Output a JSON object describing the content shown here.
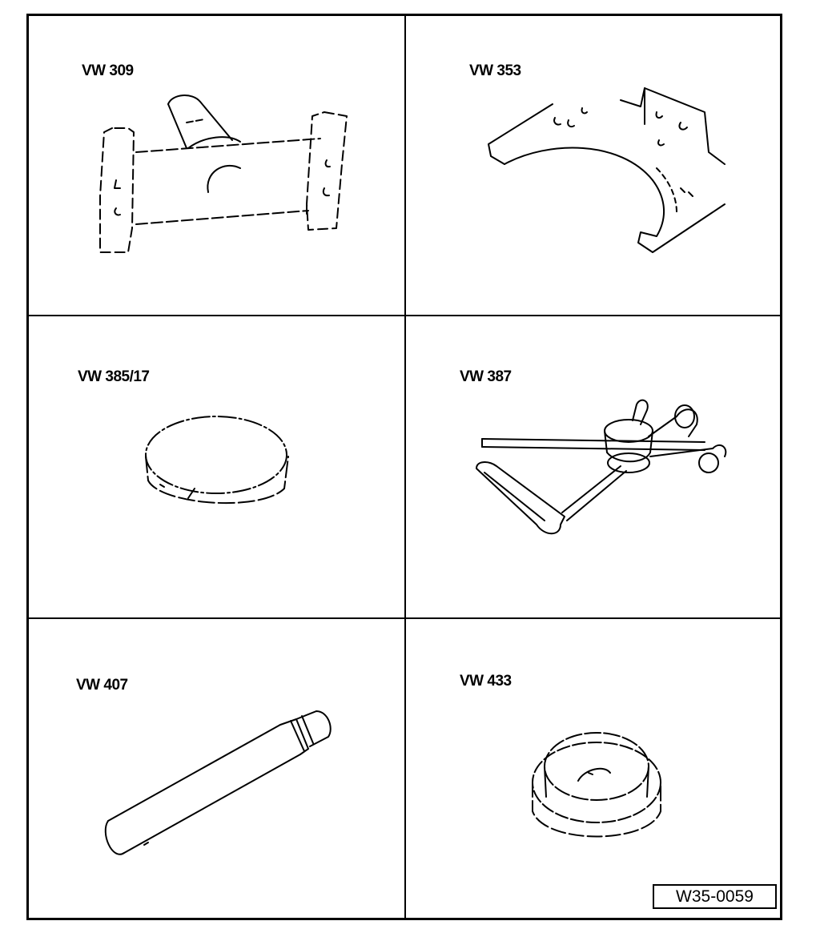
{
  "tools": [
    {
      "label": "VW 309",
      "icon": "support-bracket-icon"
    },
    {
      "label": "VW 353",
      "icon": "flywheel-holder-icon"
    },
    {
      "label": "VW 385/17",
      "icon": "disc-icon"
    },
    {
      "label": "VW 387",
      "icon": "dial-gauge-holder-icon"
    },
    {
      "label": "VW 407",
      "icon": "drift-icon"
    },
    {
      "label": "VW 433",
      "icon": "thrust-piece-icon"
    }
  ],
  "figure_code": "W35-0059"
}
